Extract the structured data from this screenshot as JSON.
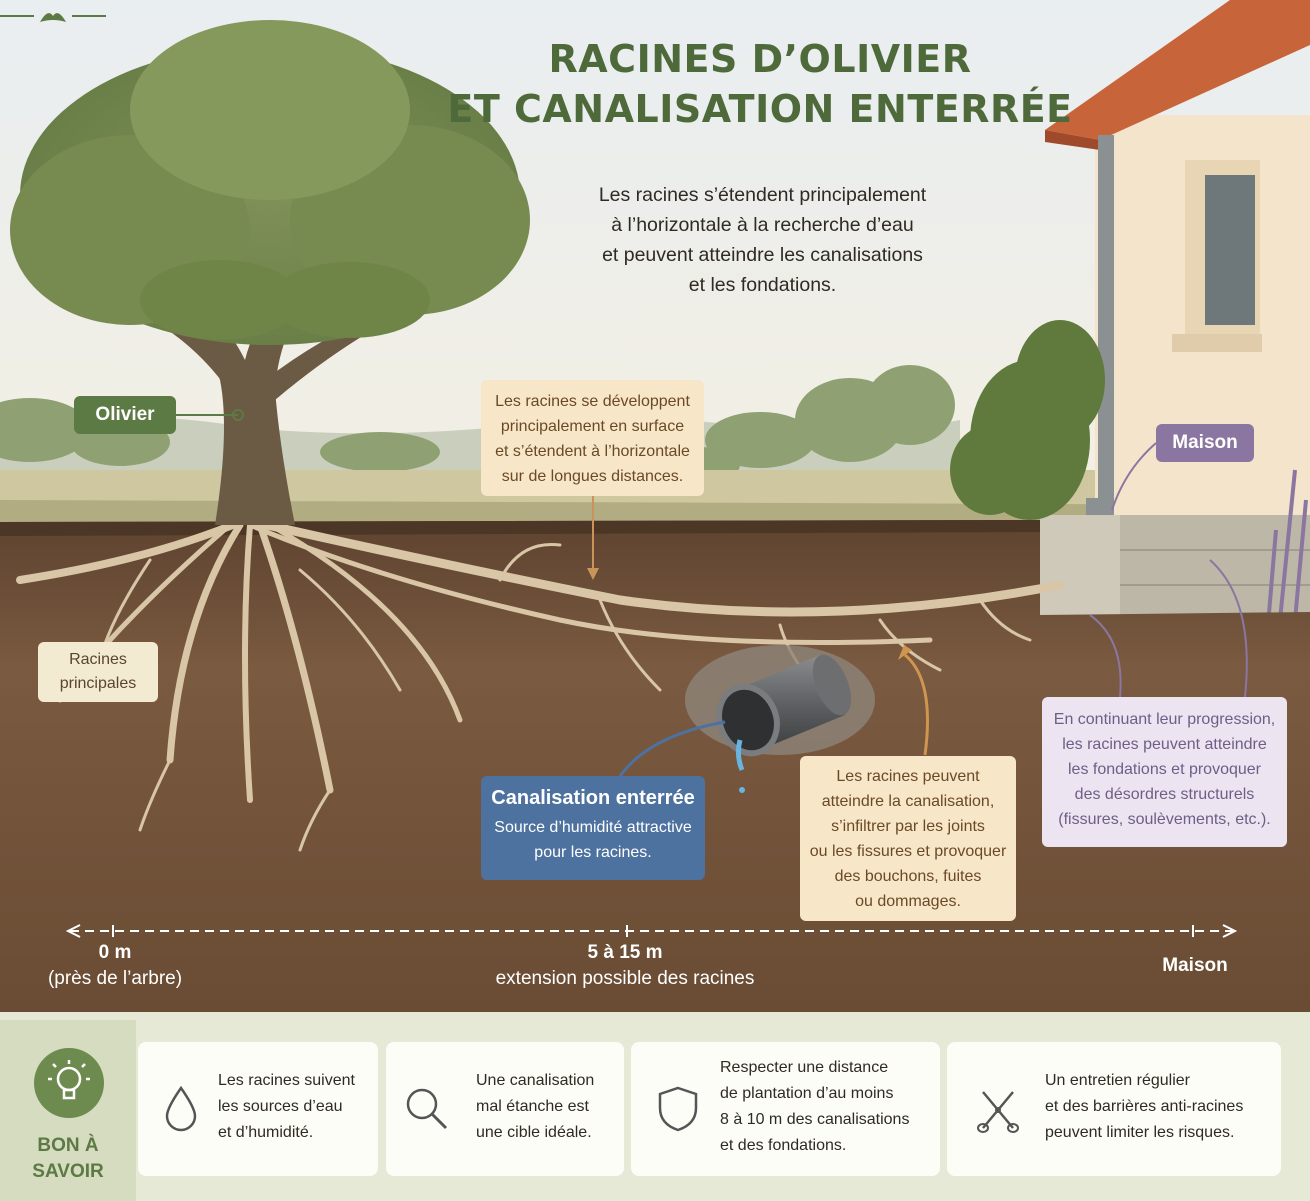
{
  "title": {
    "line1": "RACINES D’OLIVIER",
    "line2": "ET CANALISATION ENTERRÉE"
  },
  "subtitle": [
    "Les racines s’étendent principalement",
    "à l’horizontale à la recherche d’eau",
    "et peuvent atteindre les canalisations",
    "et les fondations."
  ],
  "labels": {
    "olivier": "Olivier",
    "maison": "Maison",
    "racines": [
      "Racines",
      "principales"
    ]
  },
  "callouts": {
    "surface": [
      "Les racines se développent",
      "principalement en surface",
      "et s’étendent à l’horizontale",
      "sur de longues distances."
    ],
    "canalisation": {
      "title": "Canalisation enterrée",
      "text": [
        "Source d’humidité attractive",
        "pour les racines."
      ]
    },
    "atteindre": [
      "Les racines peuvent",
      "atteindre la canalisation,",
      "s’infiltrer par les joints",
      "ou les fissures et provoquer",
      "des bouchons, fuites",
      "ou dommages."
    ],
    "fondations": [
      "En continuant leur progression,",
      "les racines peuvent atteindre",
      "les fondations et provoquer",
      "des désordres structurels",
      "(fissures, soulèvements, etc.)."
    ]
  },
  "scale": {
    "start": {
      "value": "0 m",
      "note": "(près de l’arbre)"
    },
    "middle": {
      "value": "5 à 15 m",
      "note": "extension possible des racines"
    },
    "end": "Maison"
  },
  "bon_a_savoir": {
    "lines": [
      "BON À",
      "SAVOIR"
    ],
    "icon": "lightbulb-icon"
  },
  "tips": [
    {
      "icon": "water-drop-icon",
      "lines": [
        "Les racines suivent",
        "les sources d’eau",
        "et d’humidité."
      ]
    },
    {
      "icon": "magnifier-icon",
      "lines": [
        "Une canalisation",
        "mal étanche est",
        "une cible idéale."
      ]
    },
    {
      "icon": "shield-icon",
      "lines": [
        "Respecter une distance",
        "de plantation d’au moins",
        "8 à 10 m des canalisations",
        "et des fondations."
      ]
    },
    {
      "icon": "pruning-shears-icon",
      "lines": [
        "Un entretien régulier",
        "et des barrières anti-racines",
        "peuvent limiter les risques."
      ]
    }
  ],
  "colors": {
    "olive_green": "#5c7a44",
    "house_purple": "#8a76a0",
    "pipe_blue": "#4d72a0",
    "soil": "#6e4f36",
    "callout_beige": "#f8e6c8"
  }
}
